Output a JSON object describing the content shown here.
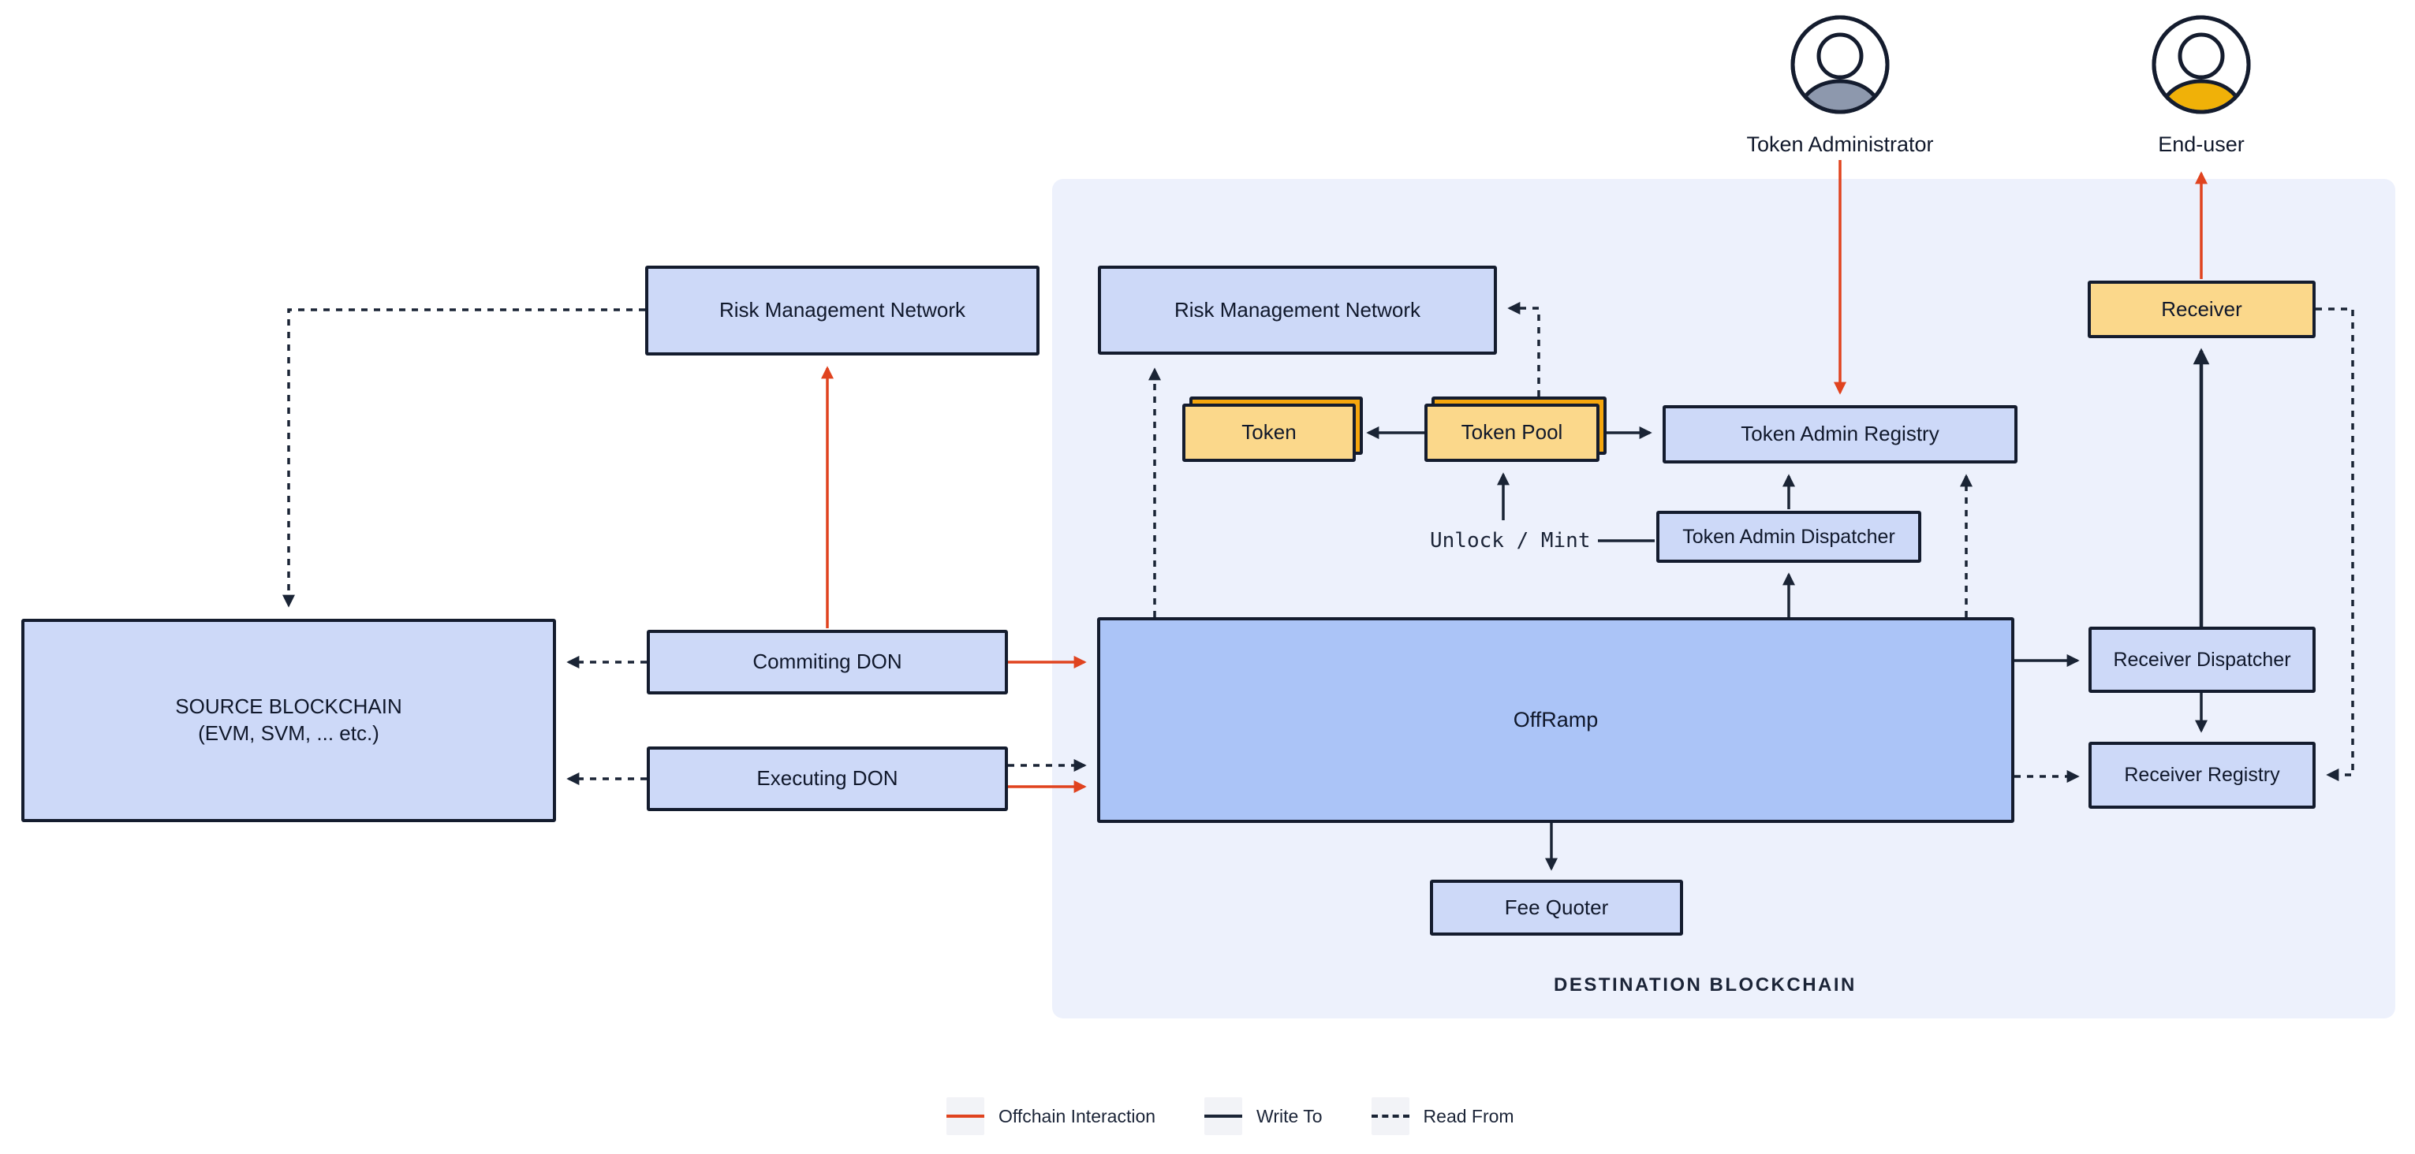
{
  "actors": {
    "token_administrator": {
      "label": "Token Administrator"
    },
    "end_user": {
      "label": "End-user"
    }
  },
  "regions": {
    "destination_blockchain": {
      "label": "DESTINATION BLOCKCHAIN"
    }
  },
  "nodes": {
    "risk_management_network_source": {
      "label": "Risk Management Network"
    },
    "source_blockchain": {
      "line1": "SOURCE BLOCKCHAIN",
      "line2": "(EVM, SVM, ... etc.)"
    },
    "commiting_don": {
      "label": "Commiting DON"
    },
    "executing_don": {
      "label": "Executing DON"
    },
    "risk_management_network_dest": {
      "label": "Risk Management Network"
    },
    "token": {
      "label": "Token"
    },
    "token_pool": {
      "label": "Token Pool"
    },
    "token_admin_registry": {
      "label": "Token Admin Registry"
    },
    "token_admin_dispatcher": {
      "label": "Token Admin Dispatcher"
    },
    "offramp": {
      "label": "OffRamp"
    },
    "fee_quoter": {
      "label": "Fee Quoter"
    },
    "receiver": {
      "label": "Receiver"
    },
    "receiver_dispatcher": {
      "label": "Receiver Dispatcher"
    },
    "receiver_registry": {
      "label": "Receiver Registry"
    }
  },
  "annotations": {
    "unlock_mint": "Unlock / Mint"
  },
  "legend": {
    "items": [
      {
        "label": "Offchain Interaction",
        "style": "red-solid"
      },
      {
        "label": "Write To",
        "style": "dark-solid"
      },
      {
        "label": "Read From",
        "style": "dark-dashed"
      }
    ]
  },
  "colors": {
    "offchain_interaction_red": "#e0431f",
    "write_to_ink": "#1a2435",
    "node_blue": "#cdd9f8",
    "offramp_blue": "#abc4f7",
    "token_yellow": "#fbd88b",
    "token_stack_orange": "#f5a60d",
    "destination_panel": "#edf1fc",
    "token_admin_gray": "#8d98ad",
    "end_user_orange": "#f0b108"
  }
}
